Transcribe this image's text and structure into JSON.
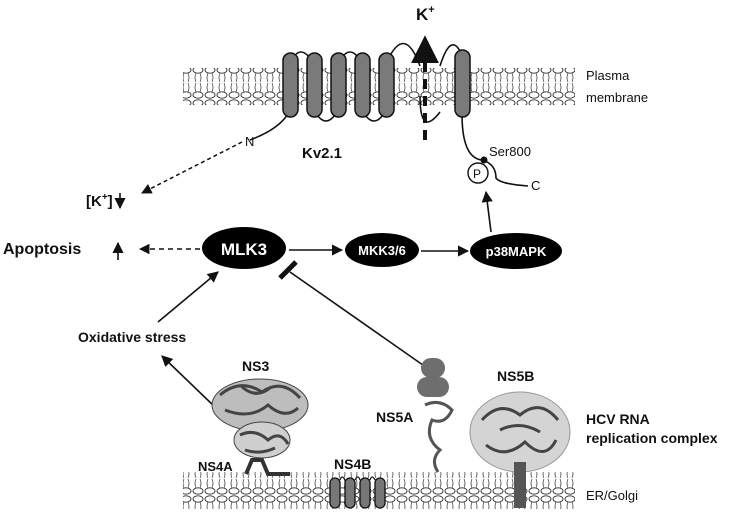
{
  "labels": {
    "k_plus_base": "K",
    "k_plus_sup": "+",
    "plasma_membrane_line1": "Plasma",
    "plasma_membrane_line2": "membrane",
    "n_terminus": "N",
    "kv21": "Kv2.1",
    "ser800": "Ser800",
    "phospho": "P",
    "c_terminus": "C",
    "k_conc_open": "[K",
    "k_conc_sup": "+",
    "k_conc_close": "]",
    "apoptosis": "Apoptosis",
    "oxidative_stress": "Oxidative stress",
    "ns3": "NS3",
    "ns4a": "NS4A",
    "ns4b": "NS4B",
    "ns5a": "NS5A",
    "ns5b": "NS5B",
    "hcv_line1": "HCV RNA",
    "hcv_line2": "replication complex",
    "er_golgi": "ER/Golgi"
  },
  "nodes": {
    "mlk3": "MLK3",
    "mkk36": "MKK3/6",
    "p38mapk": "p38MAPK"
  },
  "colors": {
    "node_fill": "#000000",
    "helix_fill": "#7a7a7a",
    "protein_dark": "#444444",
    "protein_light": "#bdbdbd"
  }
}
